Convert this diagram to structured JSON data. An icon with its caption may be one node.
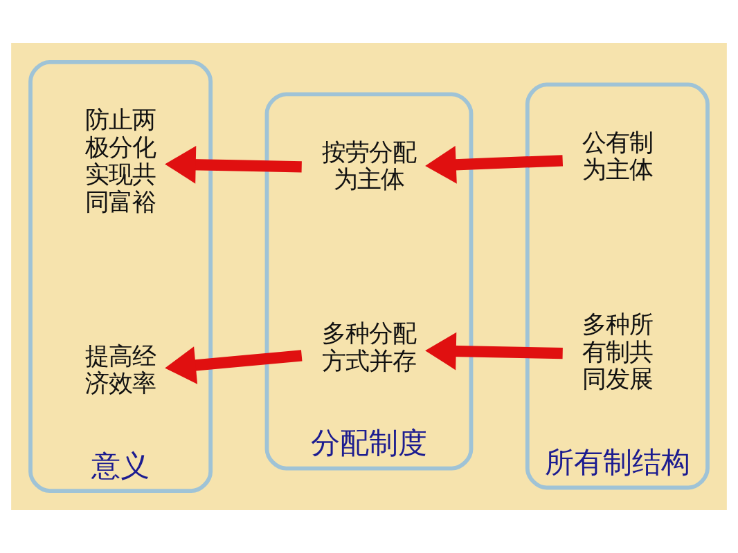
{
  "diagram": {
    "nodes": [
      {
        "text": [
          "意义"
        ]
      },
      {
        "text": [
          "防止两极分化实现共同富裕"
        ],
        "in": 0
      },
      {
        "text": [
          "提高经济效率"
        ],
        "in": 0
      },
      {
        "text": [
          "分配制度"
        ]
      },
      {
        "text": [
          "按劳分配为主体"
        ],
        "in": 3
      },
      {
        "text": [
          "多种分配方式并存"
        ],
        "in": 3
      },
      {
        "text": [
          "所有制结构"
        ]
      },
      {
        "text": [
          "公有制为主体"
        ],
        "in": 6
      },
      {
        "text": [
          "多种所有制共同发展"
        ],
        "in": 6
      }
    ],
    "edges": [
      {
        "from": 7,
        "to": 4,
        "arrow": "to"
      },
      {
        "from": 4,
        "to": 1,
        "arrow": "to"
      },
      {
        "from": 8,
        "to": 5,
        "arrow": "to"
      },
      {
        "from": 5,
        "to": 2,
        "arrow": "to"
      }
    ]
  }
}
